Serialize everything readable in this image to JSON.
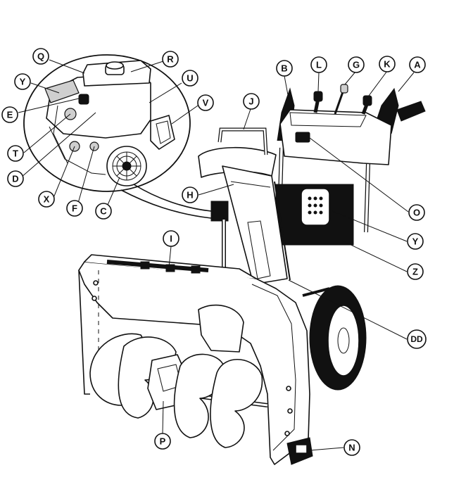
{
  "callouts": [
    {
      "id": "q",
      "label": "Q"
    },
    {
      "id": "r",
      "label": "R"
    },
    {
      "id": "y1",
      "label": "Y"
    },
    {
      "id": "u",
      "label": "U"
    },
    {
      "id": "e",
      "label": "E"
    },
    {
      "id": "v",
      "label": "V"
    },
    {
      "id": "t",
      "label": "T"
    },
    {
      "id": "d",
      "label": "D"
    },
    {
      "id": "x",
      "label": "X"
    },
    {
      "id": "f",
      "label": "F"
    },
    {
      "id": "c",
      "label": "C"
    },
    {
      "id": "b",
      "label": "B"
    },
    {
      "id": "l",
      "label": "L"
    },
    {
      "id": "g",
      "label": "G"
    },
    {
      "id": "k",
      "label": "K"
    },
    {
      "id": "a",
      "label": "A"
    },
    {
      "id": "j",
      "label": "J"
    },
    {
      "id": "h",
      "label": "H"
    },
    {
      "id": "o",
      "label": "O"
    },
    {
      "id": "y2",
      "label": "Y"
    },
    {
      "id": "i",
      "label": "I"
    },
    {
      "id": "z",
      "label": "Z"
    },
    {
      "id": "dd",
      "label": "DD"
    },
    {
      "id": "p",
      "label": "P"
    },
    {
      "id": "n",
      "label": "N"
    }
  ]
}
